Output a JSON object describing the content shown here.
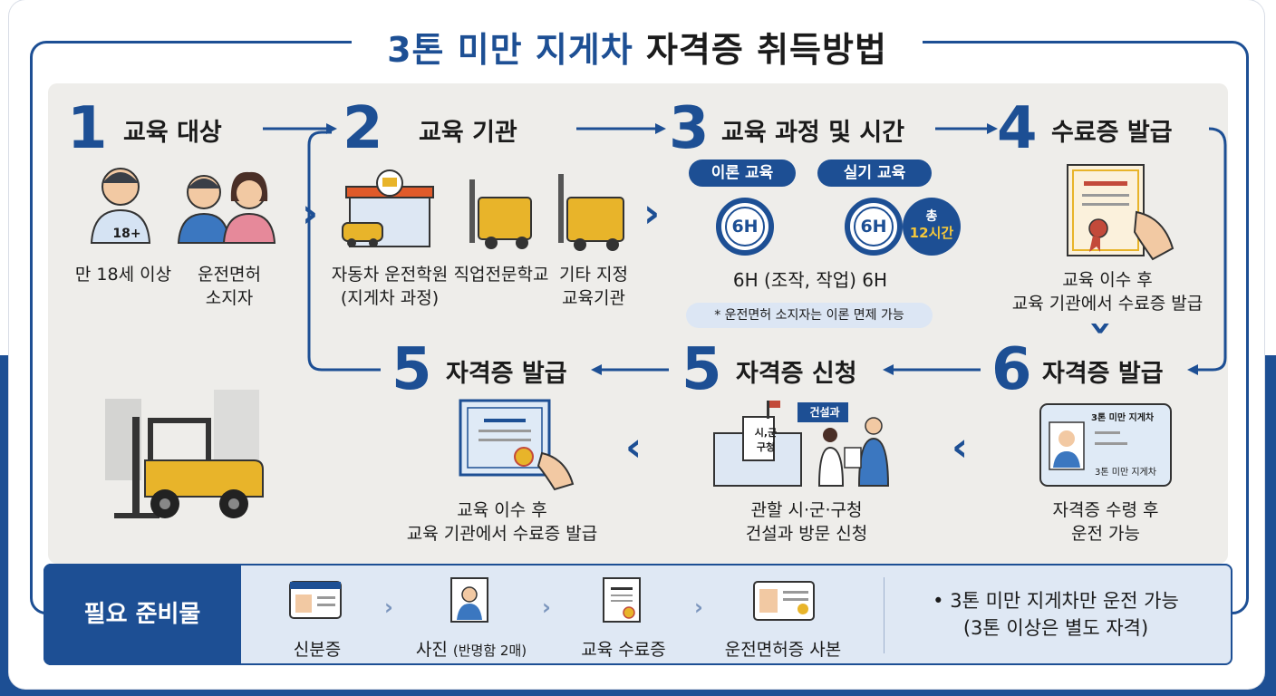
{
  "title": {
    "part1": "3톤 미만 지게차",
    "part2": "자격증 취득방법"
  },
  "steps": [
    {
      "num": "1",
      "title": "교육 대상",
      "items": [
        {
          "line1": "만 18세 이상"
        },
        {
          "line1": "운전면허",
          "line2": "소지자"
        }
      ],
      "badge": "18+"
    },
    {
      "num": "2",
      "title": "교육 기관",
      "items": [
        {
          "line1": "자동차 운전학원",
          "line2": "(지게차 과정)"
        },
        {
          "line1": "직업전문학교"
        },
        {
          "line1": "기타 지정",
          "line2": "교육기관"
        }
      ]
    },
    {
      "num": "3",
      "title": "교육 과정 및 시간",
      "pill_theory": "이론 교육",
      "pill_practice": "실기 교육",
      "clock1": "6H",
      "clock2": "6H",
      "total_line1": "총",
      "total_line2": "12시간",
      "detail": "6H (조작, 작업) 6H",
      "note": "* 운전면허 소지자는 이론 면제 가능"
    },
    {
      "num": "4",
      "title": "수료증 발급",
      "line1": "교육 이수 후",
      "line2": "교육 기관에서 수료증 발급"
    },
    {
      "num": "6",
      "title": "자격증 발급",
      "line1": "자격증 수령 후",
      "line2": "운전 가능",
      "card_title": "3톤 미만 지게차",
      "card_line": "3톤 미만 지게차"
    },
    {
      "num": "5",
      "title": "자격증 신청",
      "line1": "관할 시·군·구청",
      "line2": "건설과 방문 신청",
      "building_sign": "시,군\n구청",
      "booth_sign": "건설과"
    },
    {
      "num": "5",
      "title": "자격증 발급",
      "line1": "교육 이수 후",
      "line2": "교육 기관에서 수료증 발급"
    }
  ],
  "preparation": {
    "label": "필요 준비물",
    "items": [
      {
        "label": "신분증",
        "icon": "id-card-icon"
      },
      {
        "label": "사진",
        "sub": "(반명함 2매)",
        "icon": "photo-icon"
      },
      {
        "label": "교육 수료증",
        "icon": "certificate-icon"
      },
      {
        "label": "운전면허증 사본",
        "icon": "license-icon"
      }
    ],
    "side_line1": "• 3톤 미만 지게차만 운전 가능",
    "side_line2": "(3톤 이상은 별도 자격)"
  },
  "colors": {
    "primary": "#1d4f94",
    "accent": "#f3c73c",
    "panel": "#eeedea",
    "forklift": "#e8b42a"
  }
}
